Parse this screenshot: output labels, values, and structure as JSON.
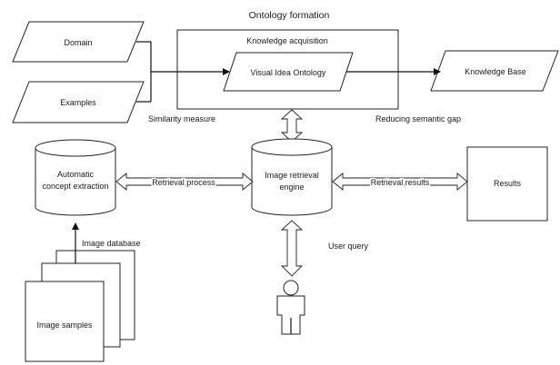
{
  "title": "Ontology formation",
  "nodes": {
    "domain": "Domain",
    "examples": "Examples",
    "knowledge_acquisition": "Knowledge acquisition",
    "visual_idea_ontology": "Visual Idea Ontology",
    "knowledge_base": "Knowledge Base",
    "automatic_concept_extraction_line1": "Automatic",
    "automatic_concept_extraction_line2": "concept extraction",
    "image_retrieval_engine_line1": "Image retrieval",
    "image_retrieval_engine_line2": "engine",
    "results": "Results",
    "image_samples": "Image samples"
  },
  "edge_labels": {
    "similarity_measure": "Similarity measure",
    "reducing_semantic_gap": "Reducing semantic gap",
    "retrieval_process": "Retrieval process",
    "retrieval_results": "Retrieval results",
    "image_database": "Image database",
    "user_query": "User query"
  }
}
